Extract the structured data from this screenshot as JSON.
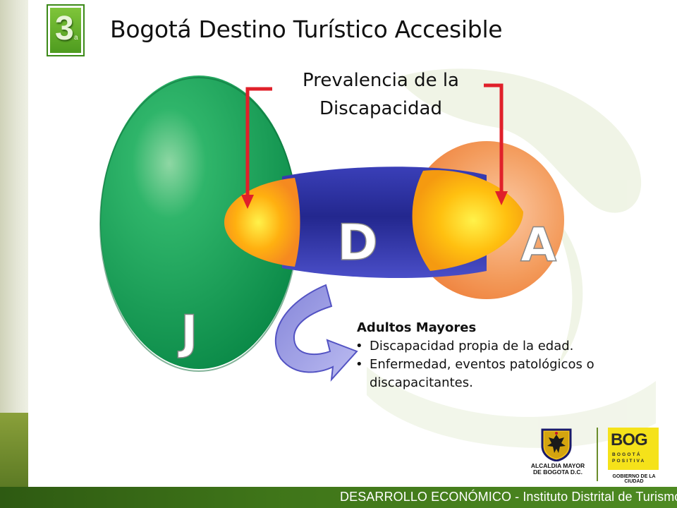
{
  "badge": {
    "number": "3",
    "sub": "a"
  },
  "title": "Bogotá Destino Turístico Accesible",
  "subtitle": {
    "line1": "Prevalencia de la",
    "line2": "Discapacidad"
  },
  "diagram": {
    "labels": {
      "j": "J",
      "d": "D",
      "a": "A"
    },
    "colors": {
      "green": "#1aa05a",
      "blue": "#2c2f9a",
      "orange": "#f08a3c",
      "yellow": "#ffd11a",
      "arrow_red": "#e0202a",
      "curved_arrow": "#8f8fe0"
    }
  },
  "text": {
    "heading": "Adultos Mayores",
    "bullets": [
      "Discapacidad propia de la edad.",
      "Enfermedad, eventos patológicos o discapacitantes."
    ]
  },
  "logos": {
    "alcaldia_line1": "ALCALDIA MAYOR",
    "alcaldia_line2": "DE BOGOTA D.C.",
    "bog": "BOG",
    "bog_sub1": "BOGOTÁ",
    "bog_sub2": "POSITIVA",
    "bog_caption": "GOBIERNO DE LA CIUDAD"
  },
  "footer": "DESARROLLO ECONÓMICO - Instituto Distrital de Turismo"
}
